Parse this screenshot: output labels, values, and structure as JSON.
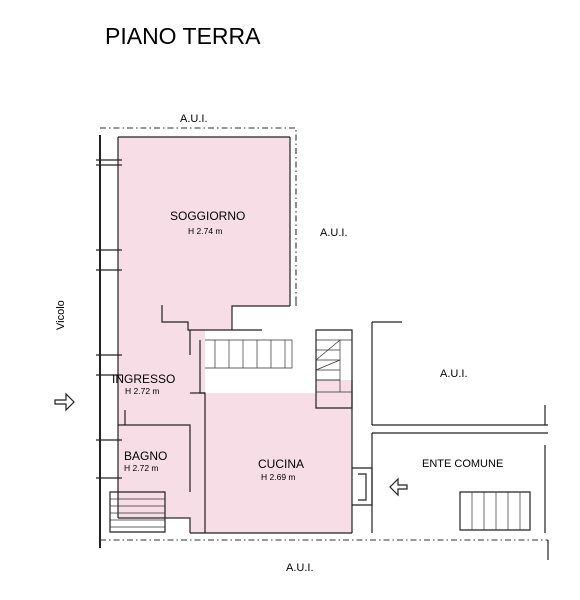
{
  "title": "PIANO TERRA",
  "rooms": {
    "soggiorno": {
      "name": "SOGGIORNO",
      "height": "H 2.74 m"
    },
    "ingresso": {
      "name": "INGRESSO",
      "height": "H 2.72 m"
    },
    "bagno": {
      "name": "BAGNO",
      "height": "H 2.72 m"
    },
    "cucina": {
      "name": "CUCINA",
      "height": "H 2.69 m"
    }
  },
  "labels": {
    "aui_top": "A.U.I.",
    "aui_right": "A.U.I.",
    "aui_middle": "A.U.I.",
    "aui_bottom": "A.U.I.",
    "ente_comune": "ENTE COMUNE",
    "vicolo": "Vicolo"
  },
  "colors": {
    "room_fill": "#f7dde6",
    "wall": "#222222"
  }
}
